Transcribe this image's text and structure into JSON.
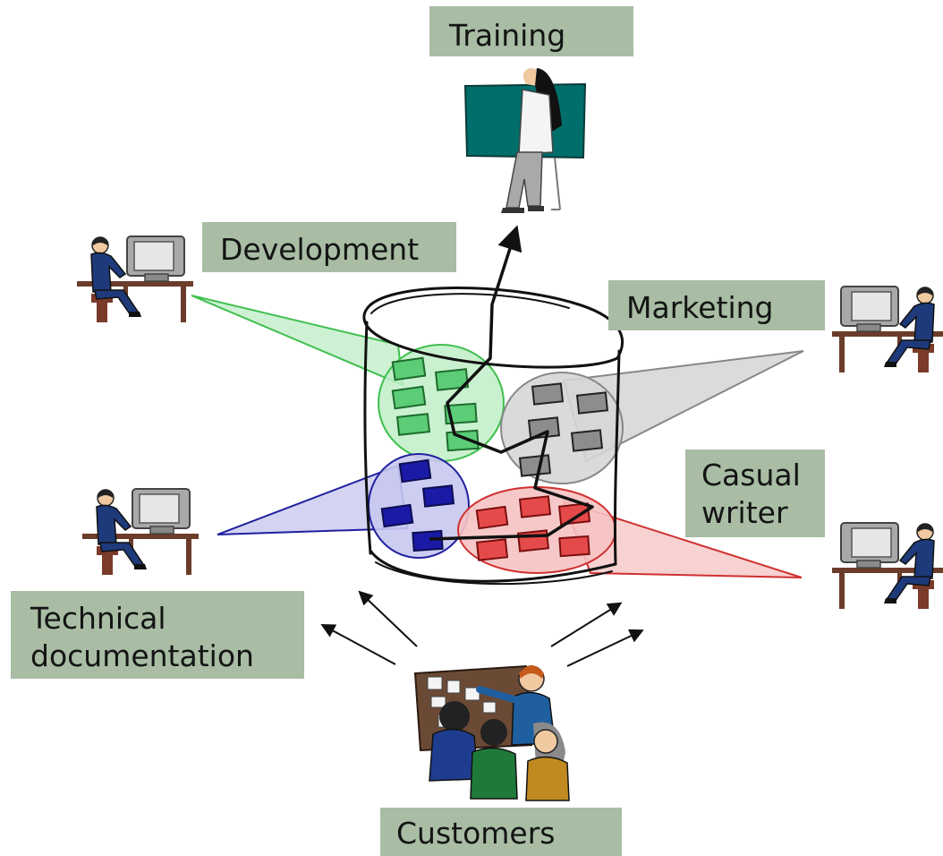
{
  "labels": {
    "training": "Training",
    "development": "Development",
    "marketing": "Marketing",
    "casual_writer": "Casual\nwriter",
    "technical_documentation": "Technical\ndocumentation",
    "customers": "Customers"
  },
  "groups": {
    "development": {
      "color": "#7fd68f",
      "stroke": "#3fbf4f"
    },
    "marketing": {
      "color": "#bbbbbb",
      "stroke": "#888888"
    },
    "technical": {
      "color": "#2a2aa8",
      "stroke": "#2020a0"
    },
    "casual": {
      "color": "#e04848",
      "stroke": "#d03030"
    }
  },
  "icons": [
    "workstation-icon",
    "teacher-at-board-icon",
    "customers-group-icon",
    "repository-cylinder-icon"
  ]
}
